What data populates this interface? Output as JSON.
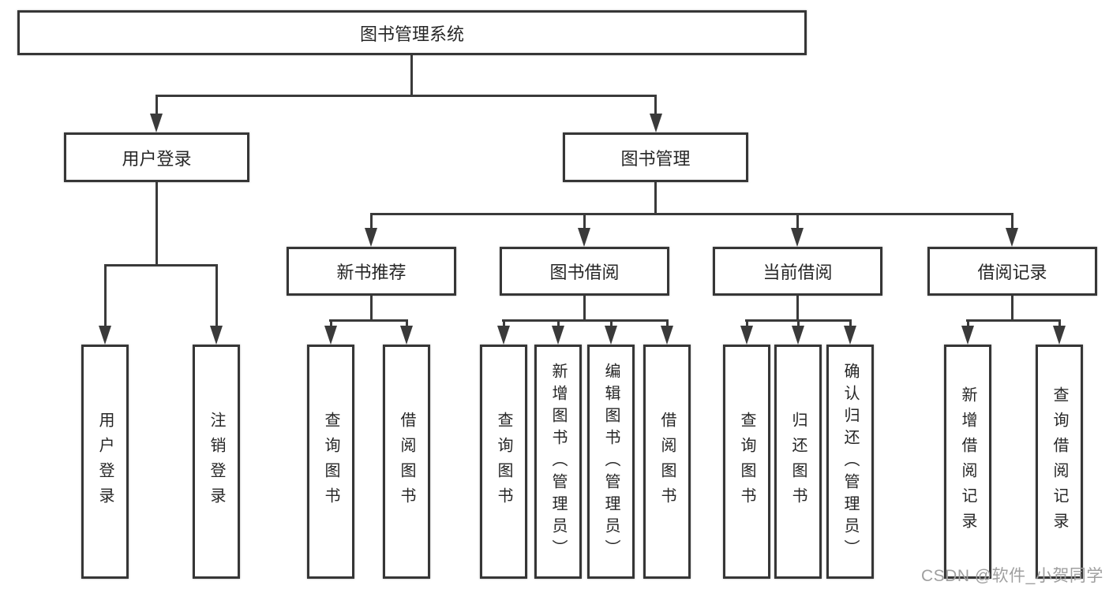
{
  "diagram": {
    "root": {
      "label": "图书管理系统"
    },
    "level2": [
      {
        "label": "用户登录"
      },
      {
        "label": "图书管理"
      }
    ],
    "level3": [
      {
        "label": "新书推荐"
      },
      {
        "label": "图书借阅"
      },
      {
        "label": "当前借阅"
      },
      {
        "label": "借阅记录"
      }
    ],
    "leaves": {
      "user_login": [
        {
          "label": "用户登录"
        },
        {
          "label": "注销登录"
        }
      ],
      "new_book_recommend": [
        {
          "label": "查询图书"
        },
        {
          "label": "借阅图书"
        }
      ],
      "book_borrow": [
        {
          "label": "查询图书"
        },
        {
          "label": "新增图书（管理员）"
        },
        {
          "label": "编辑图书（管理员）"
        },
        {
          "label": "借阅图书"
        }
      ],
      "current_borrow": [
        {
          "label": "查询图书"
        },
        {
          "label": "归还图书"
        },
        {
          "label": "确认归还（管理员）"
        }
      ],
      "borrow_records": [
        {
          "label": "新增借阅记录"
        },
        {
          "label": "查询借阅记录"
        }
      ]
    }
  },
  "watermark": {
    "text": "CSDN @软件_小贺同学",
    "color": "#9f9f9f"
  },
  "colors": {
    "background": "#ffffff",
    "line": "#3a3a3a",
    "box_border": "#363636",
    "text": "#262626"
  }
}
